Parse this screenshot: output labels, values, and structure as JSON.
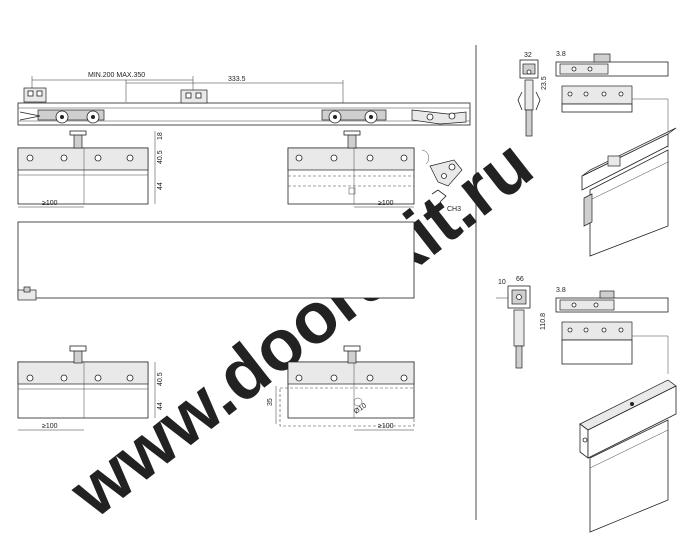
{
  "watermark": {
    "text": "www.doorskit.ru",
    "color": "#e6e6e6"
  },
  "dimensions": {
    "min_max": "MIN.200 MAX.350",
    "span": "333.5",
    "rail_height": "18",
    "board_height": "40.5",
    "door_height": "44",
    "min_width_1": "≥100",
    "min_width_2": "≥100",
    "chamfer": "CH3",
    "min_width_3": "≥100",
    "board_height_2": "40.5",
    "door_height_2": "44",
    "min_width_4": "≥100",
    "offset_35": "35",
    "drill": "Ø10",
    "side_32": "32",
    "side_38a": "3.8",
    "side_235": "23.5",
    "side_10": "10",
    "side_66": "66",
    "side_38b": "3.8",
    "side_1108": "110.8"
  },
  "colors": {
    "line": "#222222",
    "fill": "#e9e9e9",
    "dark": "#cfcfcf"
  }
}
